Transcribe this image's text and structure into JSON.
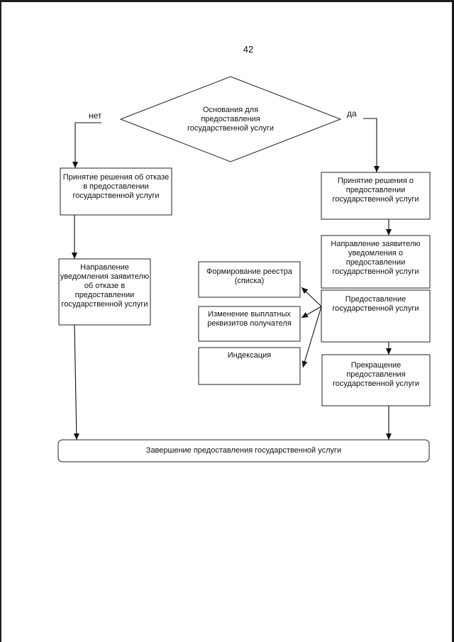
{
  "page_number": "42",
  "decision": {
    "text": "Основания для предоставления государственной услуги",
    "no_label": "нет",
    "yes_label": "да"
  },
  "nodes": {
    "refuse_decision": "Принятие решения об отказе в предоставлении государственной услуги",
    "refuse_notice": "Направление уведомления заявителю об отказе в предоставлении государственной услуги",
    "grant_decision": "Принятие решения о предоставлении государственной услуги",
    "grant_notice": "Направление заявителю уведомления о предоставлении государственной услуги",
    "service": "Предоставление государственной услуги",
    "stop": "Прекращение предоставления государственной услуги",
    "registry": "Формирование реестра (списка)",
    "details_change": "Изменение выплатных реквизитов получателя",
    "indexation": "Индексация",
    "finish": "Завершение предоставления государственной услуги"
  }
}
